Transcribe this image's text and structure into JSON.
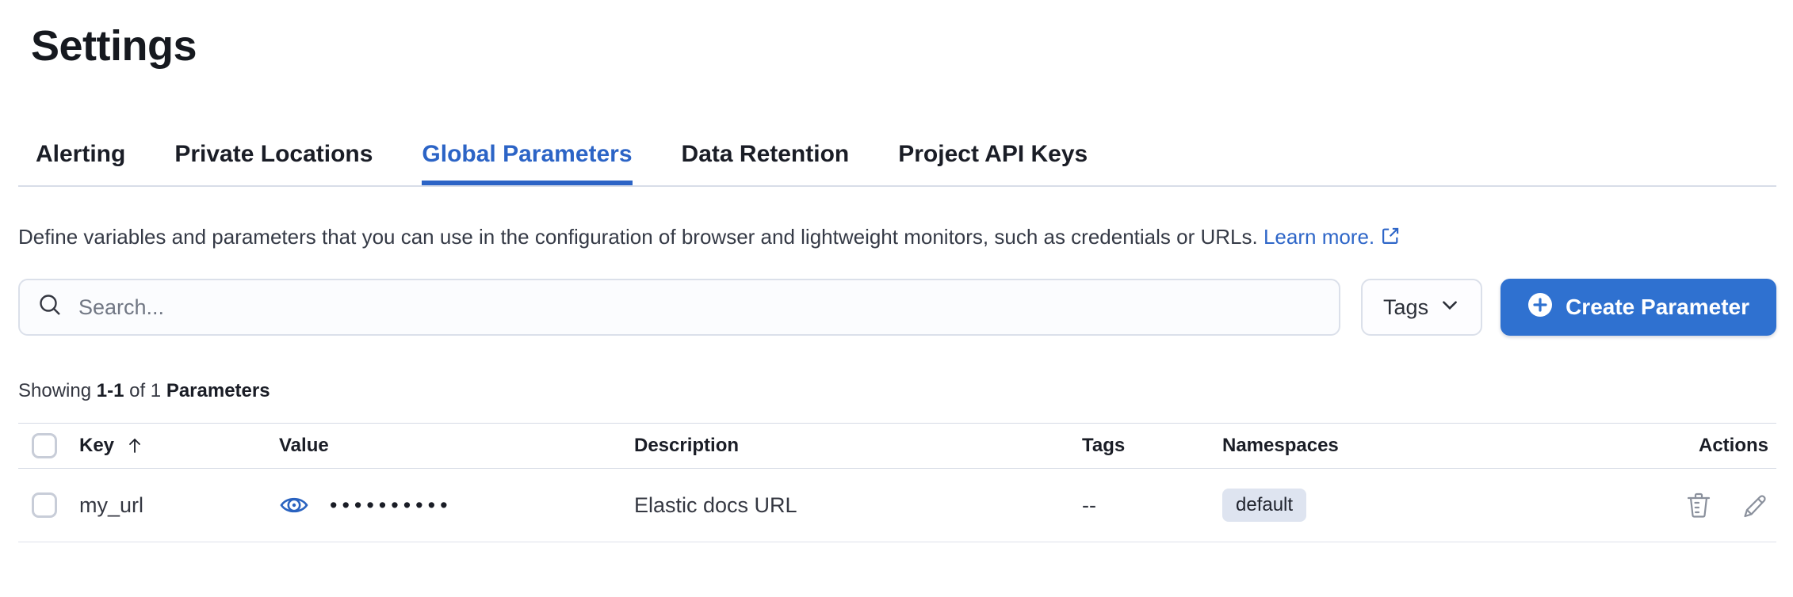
{
  "page": {
    "title": "Settings"
  },
  "tabs": [
    {
      "label": "Alerting"
    },
    {
      "label": "Private Locations"
    },
    {
      "label": "Global Parameters"
    },
    {
      "label": "Data Retention"
    },
    {
      "label": "Project API Keys"
    }
  ],
  "active_tab": "Global Parameters",
  "description": {
    "text": "Define variables and parameters that you can use in the configuration of browser and lightweight monitors, such as credentials or URLs.",
    "link_label": "Learn more."
  },
  "toolbar": {
    "search_placeholder": "Search...",
    "tags_filter_label": "Tags",
    "create_button_label": "Create Parameter"
  },
  "summary": {
    "prefix": "Showing",
    "range": "1-1",
    "of": "of",
    "total": "1",
    "entity": "Parameters"
  },
  "table": {
    "columns": {
      "key": "Key",
      "value": "Value",
      "description": "Description",
      "tags": "Tags",
      "namespaces": "Namespaces",
      "actions": "Actions"
    },
    "sort": {
      "column": "Key",
      "direction": "ascending"
    },
    "rows": [
      {
        "key": "my_url",
        "value_masked": "••••••••••",
        "description": "Elastic docs URL",
        "tags": "--",
        "namespace_badge": "default"
      }
    ]
  },
  "colors": {
    "primary": "#2c64c6",
    "button_fill": "#2f71d0",
    "badge_bg": "#dee4f0",
    "text_dark": "#1a1d26",
    "icon_gray": "#8a909c"
  }
}
